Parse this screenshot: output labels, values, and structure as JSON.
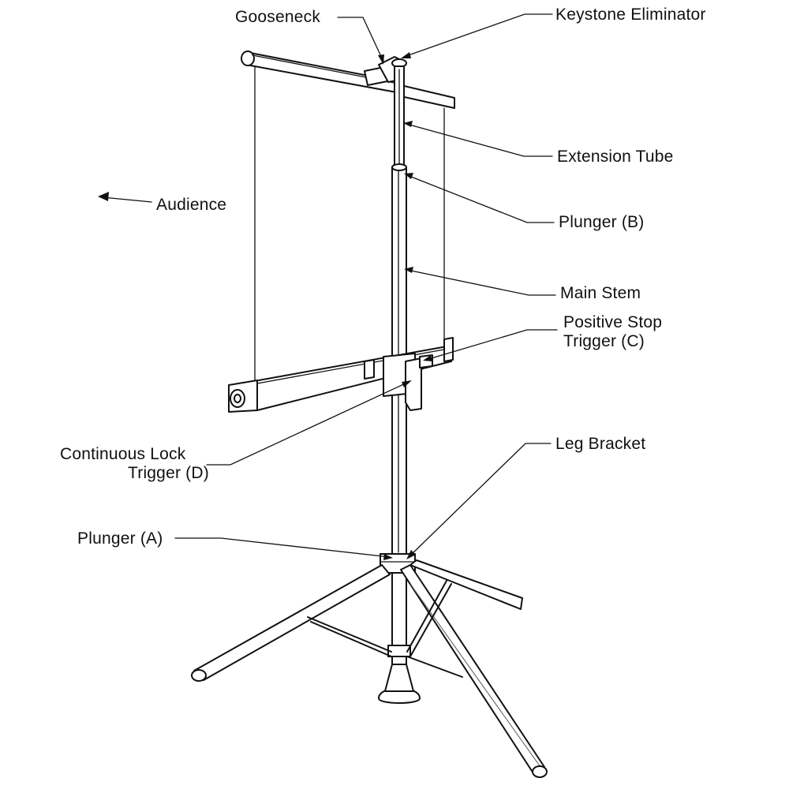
{
  "labels": {
    "gooseneck": "Gooseneck",
    "keystone_eliminator": "Keystone Eliminator",
    "extension_tube": "Extension Tube",
    "audience": "Audience",
    "plunger_b": "Plunger (B)",
    "main_stem": "Main Stem",
    "positive_stop_line1": "Positive Stop",
    "positive_stop_line2": "Trigger (C)",
    "continuous_lock_line1": "Continuous Lock",
    "continuous_lock_line2": "Trigger (D)",
    "leg_bracket": "Leg Bracket",
    "plunger_a": "Plunger (A)"
  },
  "colors": {
    "ink": "#111111",
    "background": "#ffffff"
  }
}
